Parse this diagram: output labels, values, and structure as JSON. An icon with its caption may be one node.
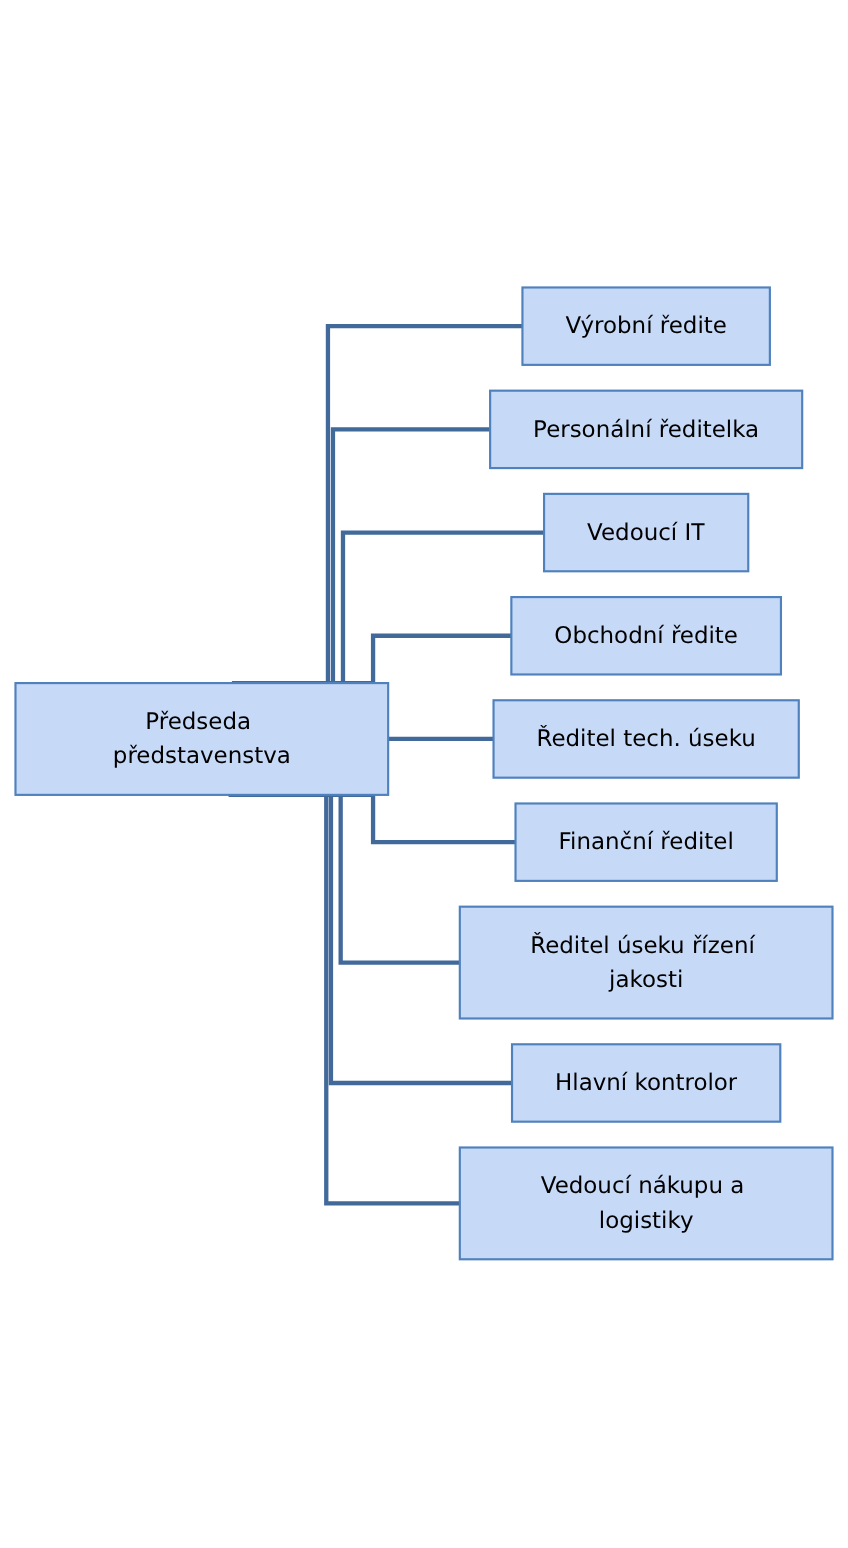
{
  "diagram": {
    "nodes": [
      {
        "text": [
          "Předseda představenstva"
        ]
      },
      {
        "text": [
          "Výrobní ředite"
        ]
      },
      {
        "text": [
          "Personální ředitelka"
        ]
      },
      {
        "text": [
          "Vedoucí IT"
        ]
      },
      {
        "text": [
          "Obchodní ředite"
        ]
      },
      {
        "text": [
          "Ředitel tech. úseku"
        ]
      },
      {
        "text": [
          "Finanční ředitel"
        ]
      },
      {
        "text": [
          "Ředitel úseku řízení jakosti"
        ]
      },
      {
        "text": [
          "Hlavní kontrolor"
        ]
      },
      {
        "text": [
          "Vedoucí nákupu a logistiky"
        ]
      }
    ],
    "edges": [
      {
        "from": 0,
        "to": 1,
        "arrow": "none"
      },
      {
        "from": 0,
        "to": 2,
        "arrow": "none"
      },
      {
        "from": 0,
        "to": 3,
        "arrow": "none"
      },
      {
        "from": 0,
        "to": 4,
        "arrow": "none"
      },
      {
        "from": 0,
        "to": 5,
        "arrow": "none"
      },
      {
        "from": 0,
        "to": 6,
        "arrow": "none"
      },
      {
        "from": 0,
        "to": 7,
        "arrow": "none"
      },
      {
        "from": 0,
        "to": 8,
        "arrow": "none"
      },
      {
        "from": 0,
        "to": 9,
        "arrow": "none"
      }
    ]
  }
}
